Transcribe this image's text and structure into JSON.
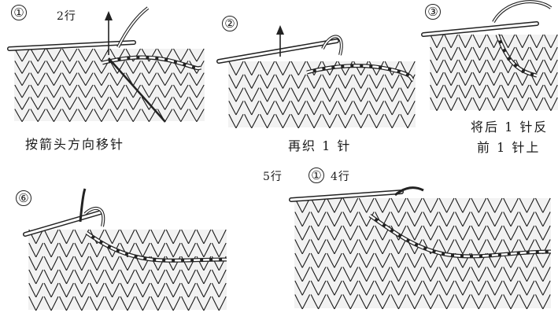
{
  "steps": [
    {
      "num": "①",
      "row_label": "2行",
      "caption": "按箭头方向移针"
    },
    {
      "num": "②",
      "caption": "再织 1 针"
    },
    {
      "num": "③",
      "caption_line1": "将后 1 针反",
      "caption_line2": "前 1 针上"
    },
    {
      "num": "⑥"
    },
    {
      "num": "①",
      "row_label_left": "5行",
      "row_label_right": "4行"
    }
  ],
  "colors": {
    "ink": "#1a1a1a",
    "paper": "#ffffff",
    "yarn_fill": "#d9d9d9"
  }
}
